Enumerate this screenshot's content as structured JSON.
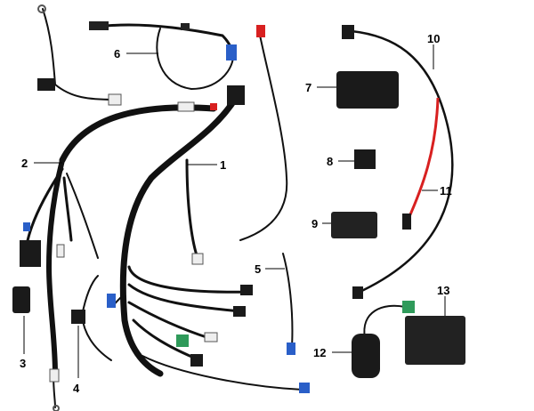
{
  "diagram": {
    "callouts": [
      "1",
      "2",
      "3",
      "4",
      "5",
      "6",
      "7",
      "8",
      "9",
      "10",
      "11",
      "12",
      "13"
    ],
    "colors": {
      "background": "#ffffff",
      "cable": "#111111",
      "blue_terminal": "#2a5fc8",
      "red_wire": "#d82020",
      "green_connector": "#2f9a5a",
      "component": "#1a1a1a"
    }
  }
}
